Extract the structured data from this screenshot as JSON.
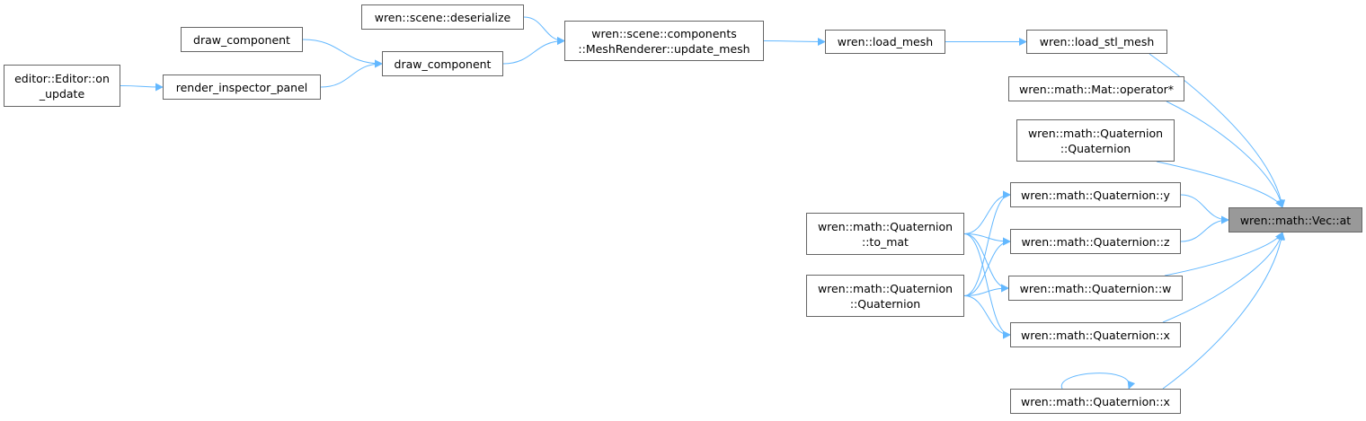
{
  "graph": {
    "nodes": [
      {
        "id": "vec_at",
        "label": "wren::math::Vec::at",
        "focus": true
      },
      {
        "id": "load_stl_mesh",
        "label": "wren::load_stl_mesh"
      },
      {
        "id": "load_mesh",
        "label": "wren::load_mesh"
      },
      {
        "id": "update_mesh",
        "label": "wren::scene::components\n::MeshRenderer::update_mesh"
      },
      {
        "id": "deserialize",
        "label": "wren::scene::deserialize"
      },
      {
        "id": "draw_component_a",
        "label": "draw_component"
      },
      {
        "id": "draw_component_b",
        "label": "draw_component"
      },
      {
        "id": "render_inspector_panel",
        "label": "render_inspector_panel"
      },
      {
        "id": "editor_on_update",
        "label": "editor::Editor::on\n_update"
      },
      {
        "id": "mat_operator",
        "label": "wren::math::Mat::operator*"
      },
      {
        "id": "quat_ctor_top",
        "label": "wren::math::Quaternion\n::Quaternion"
      },
      {
        "id": "quat_y",
        "label": "wren::math::Quaternion::y"
      },
      {
        "id": "quat_z",
        "label": "wren::math::Quaternion::z"
      },
      {
        "id": "quat_w",
        "label": "wren::math::Quaternion::w"
      },
      {
        "id": "quat_x",
        "label": "wren::math::Quaternion::x"
      },
      {
        "id": "quat_x2",
        "label": "wren::math::Quaternion::x"
      },
      {
        "id": "quat_to_mat",
        "label": "wren::math::Quaternion\n::to_mat"
      },
      {
        "id": "quat_ctor",
        "label": "wren::math::Quaternion\n::Quaternion"
      }
    ],
    "edges": [
      {
        "from": "load_stl_mesh",
        "to": "vec_at"
      },
      {
        "from": "load_mesh",
        "to": "load_stl_mesh"
      },
      {
        "from": "update_mesh",
        "to": "load_mesh"
      },
      {
        "from": "deserialize",
        "to": "update_mesh"
      },
      {
        "from": "draw_component_b",
        "to": "update_mesh"
      },
      {
        "from": "draw_component_a",
        "to": "draw_component_b"
      },
      {
        "from": "render_inspector_panel",
        "to": "draw_component_b"
      },
      {
        "from": "editor_on_update",
        "to": "render_inspector_panel"
      },
      {
        "from": "mat_operator",
        "to": "vec_at"
      },
      {
        "from": "quat_ctor_top",
        "to": "vec_at"
      },
      {
        "from": "quat_y",
        "to": "vec_at"
      },
      {
        "from": "quat_z",
        "to": "vec_at"
      },
      {
        "from": "quat_w",
        "to": "vec_at"
      },
      {
        "from": "quat_x",
        "to": "vec_at"
      },
      {
        "from": "quat_x2",
        "to": "vec_at"
      },
      {
        "from": "quat_x2",
        "to": "quat_x2"
      },
      {
        "from": "quat_to_mat",
        "to": "quat_y"
      },
      {
        "from": "quat_to_mat",
        "to": "quat_z"
      },
      {
        "from": "quat_to_mat",
        "to": "quat_w"
      },
      {
        "from": "quat_to_mat",
        "to": "quat_x"
      },
      {
        "from": "quat_ctor",
        "to": "quat_y"
      },
      {
        "from": "quat_ctor",
        "to": "quat_z"
      },
      {
        "from": "quat_ctor",
        "to": "quat_w"
      },
      {
        "from": "quat_ctor",
        "to": "quat_x"
      }
    ]
  },
  "colors": {
    "edge": "#63b8ff",
    "node_border": "#666666",
    "focus_fill": "#999999"
  }
}
